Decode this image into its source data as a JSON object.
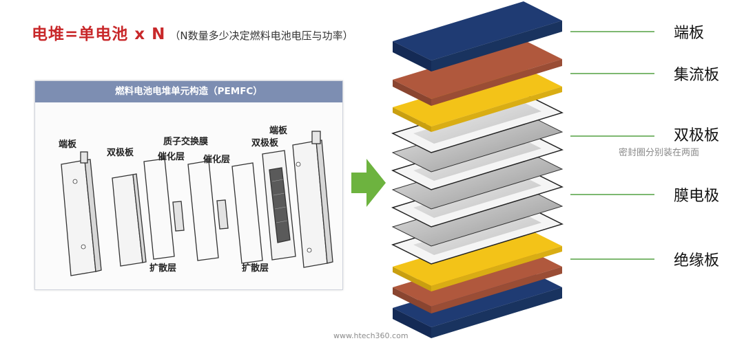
{
  "headline": {
    "main": "电堆=单电池 x N",
    "note": "（N数量多少决定燃料电池电压与功率）"
  },
  "panel": {
    "title": "燃料电池电堆单元构造（PEMFC）",
    "labels": {
      "end_plate_left": "端板",
      "bipolar_left": "双极板",
      "membrane": "质子交换膜",
      "catalyst_left": "催化层",
      "catalyst_right": "催化层",
      "end_plate_right": "端板",
      "bipolar_right": "双极板",
      "diffusion_left": "扩散层",
      "diffusion_right": "扩散层"
    }
  },
  "stack_labels": {
    "end_plate": "端板",
    "current_collector": "集流板",
    "bipolar_plate": "双极板",
    "seal_note": "密封圈分别装在两面",
    "mea": "膜电极",
    "insulator": "绝缘板"
  },
  "colors": {
    "navy": "#1f3b73",
    "copper": "#b0583d",
    "yellow": "#f3c318",
    "arrow_green": "#6db33f",
    "leader_green": "#7db870",
    "headline_red": "#c8282a"
  },
  "watermark": "www.htech360.com"
}
